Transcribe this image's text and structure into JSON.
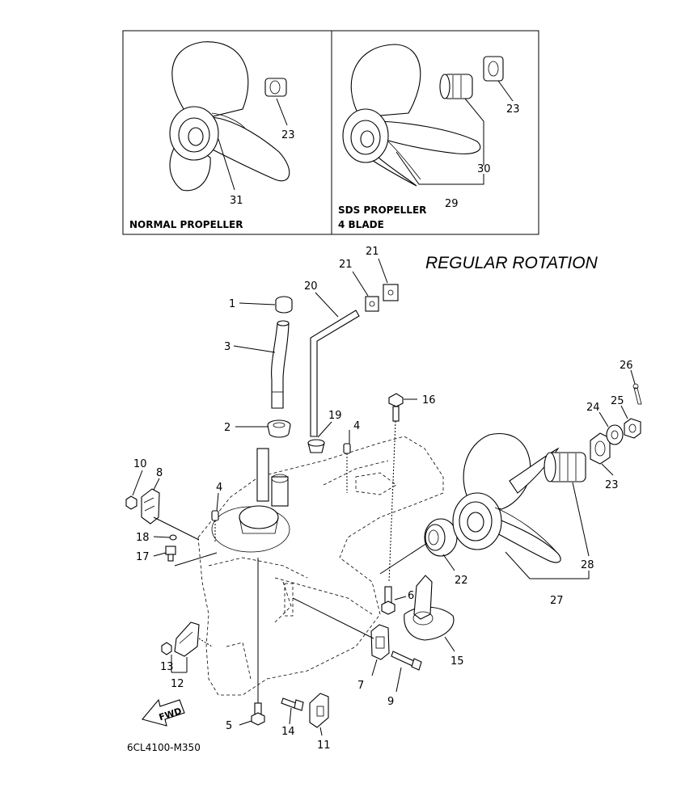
{
  "heading": "REGULAR ROTATION",
  "diagram_code": "6CL4100-M350",
  "fwd_text": "FWD",
  "inset_left": {
    "caption": "NORMAL PROPELLER"
  },
  "inset_right": {
    "caption_line1": "SDS PROPELLER",
    "caption_line2": "4 BLADE"
  },
  "callouts": {
    "c1": "1",
    "c2": "2",
    "c3": "3",
    "c4a": "4",
    "c4b": "4",
    "c5": "5",
    "c6": "6",
    "c7": "7",
    "c8": "8",
    "c9": "9",
    "c10": "10",
    "c11": "11",
    "c12": "12",
    "c13": "13",
    "c14": "14",
    "c15": "15",
    "c16": "16",
    "c17": "17",
    "c18": "18",
    "c19": "19",
    "c20": "20",
    "c21a": "21",
    "c21b": "21",
    "c22": "22",
    "c23a": "23",
    "c23b": "23",
    "c23c": "23",
    "c24": "24",
    "c25": "25",
    "c26": "26",
    "c27": "27",
    "c28": "28",
    "c29": "29",
    "c30": "30",
    "c31": "31"
  }
}
